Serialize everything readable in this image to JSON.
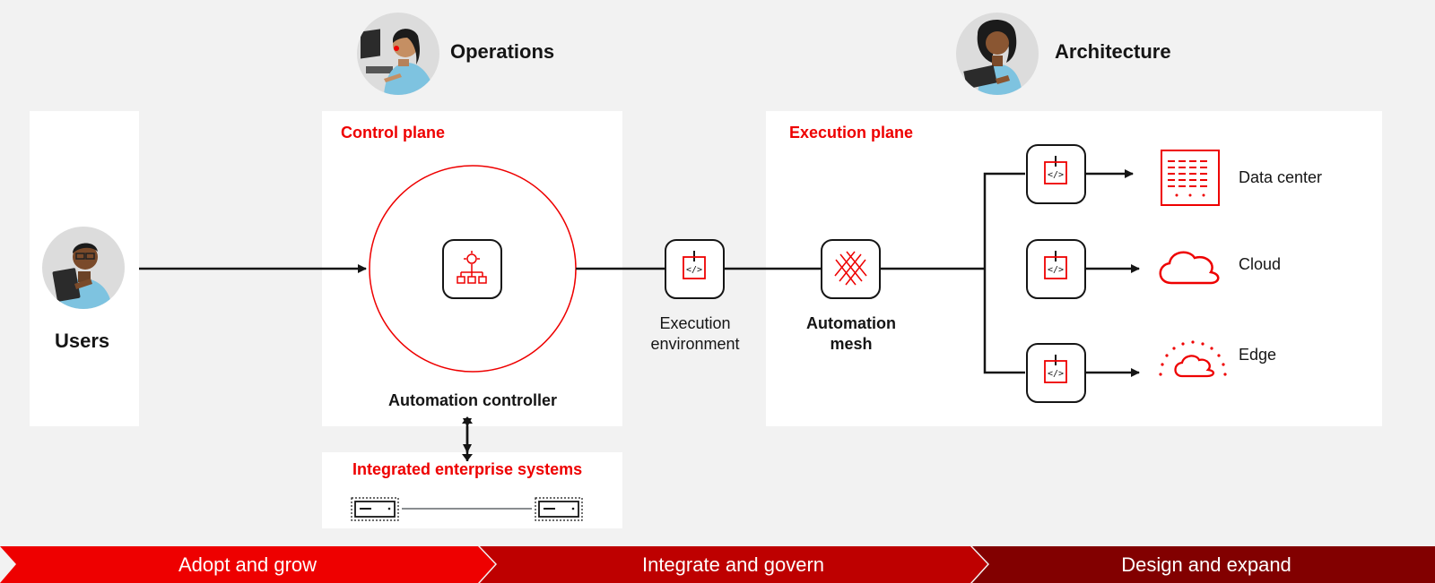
{
  "roles": {
    "operations": "Operations",
    "architecture": "Architecture",
    "users": "Users"
  },
  "sections": {
    "control_plane": "Control plane",
    "execution_plane": "Execution plane",
    "integrated_systems": "Integrated enterprise systems"
  },
  "nodes": {
    "automation_controller": "Automation controller",
    "execution_environment": "Execution environment",
    "automation_mesh_line1": "Automation",
    "automation_mesh_line2": "mesh",
    "exec_env_line1": "Execution",
    "exec_env_line2": "environment"
  },
  "destinations": {
    "data_center": "Data center",
    "cloud": "Cloud",
    "edge": "Edge"
  },
  "phases": [
    {
      "label": "Adopt and grow",
      "color": "#ee0000"
    },
    {
      "label": "Integrate and govern",
      "color": "#be0000"
    },
    {
      "label": "Design and expand",
      "color": "#820000"
    }
  ],
  "colors": {
    "accent": "#ee0000",
    "background": "#f2f2f2",
    "panel": "#ffffff",
    "line": "#151515"
  },
  "icons": [
    "operator-avatar",
    "architect-avatar",
    "user-avatar",
    "controller-icon",
    "execution-environment-icon",
    "mesh-icon",
    "data-center-icon",
    "cloud-icon",
    "edge-icon",
    "server-icon"
  ]
}
